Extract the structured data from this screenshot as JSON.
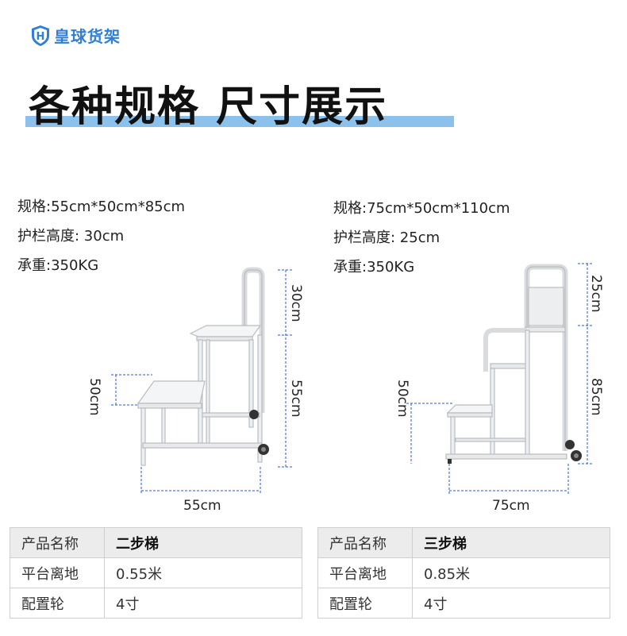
{
  "brand": {
    "name": "皇球货架",
    "logo_letter": "H"
  },
  "title": "各种规格  尺寸展示",
  "left": {
    "specs": [
      "规格:55cm*50cm*85cm",
      "护栏高度: 30cm",
      "承重:350KG"
    ],
    "dims": {
      "top": "30cm",
      "mid": "55cm",
      "step": "50cm",
      "width": "55cm"
    },
    "table": [
      {
        "key": "产品名称",
        "value": "二步梯"
      },
      {
        "key": "平台离地",
        "value": "0.55米"
      },
      {
        "key": "配置轮",
        "value": "4寸"
      }
    ]
  },
  "right": {
    "specs": [
      "规格:75cm*50cm*110cm",
      "护栏高度: 25cm",
      "承重:350KG"
    ],
    "dims": {
      "top": "25cm",
      "mid": "85cm",
      "step": "50cm",
      "width": "75cm"
    },
    "table": [
      {
        "key": "产品名称",
        "value": "三步梯"
      },
      {
        "key": "平台离地",
        "value": "0.85米"
      },
      {
        "key": "配置轮",
        "value": "4寸"
      }
    ]
  },
  "colors": {
    "brand_blue": "#2f7fd6",
    "title_bar": "#8cc1ec",
    "dim_line": "#2b55d6",
    "table_head": "#ececec"
  }
}
